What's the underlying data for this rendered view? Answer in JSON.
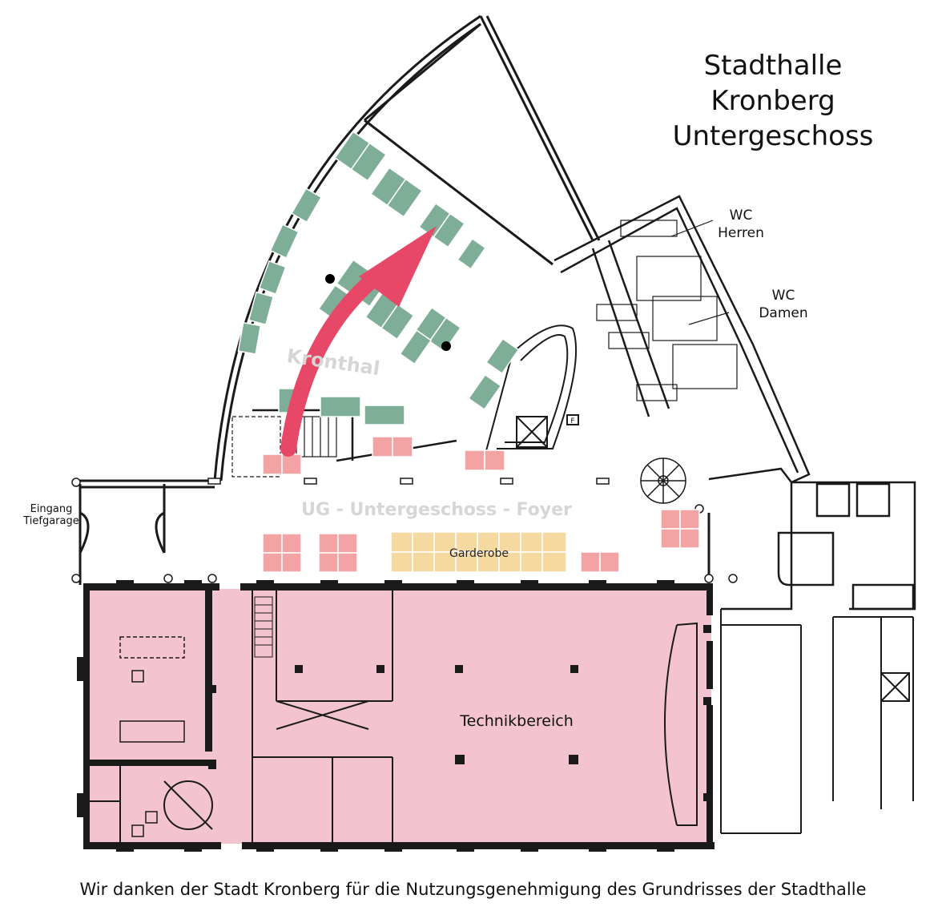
{
  "title": {
    "line1": "Stadthalle",
    "line2": "Kronberg",
    "line3": "Untergeschoss"
  },
  "rooms": {
    "kronthal": "Kronthal",
    "foyer": "UG - Untergeschoss - Foyer",
    "garderobe": "Garderobe",
    "technik": "Technikbereich",
    "wc_herren_1": "WC",
    "wc_herren_2": "Herren",
    "wc_damen_1": "WC",
    "wc_damen_2": "Damen",
    "entrance_1": "Eingang",
    "entrance_2": "Tiefgarage",
    "elevator_mark": "F"
  },
  "caption": "Wir danken der Stadt Kronberg für die Nutzungsgenehmigung des Grundrisses der Stadthalle",
  "colors": {
    "table_green": "#7fae98",
    "table_pink": "#f3a3a3",
    "garderobe": "#f5d9a0",
    "technik": "#f3c4cf",
    "arrow": "#e84868",
    "wall": "#1a1a1a",
    "ghost_text": "#d6d6d6"
  }
}
